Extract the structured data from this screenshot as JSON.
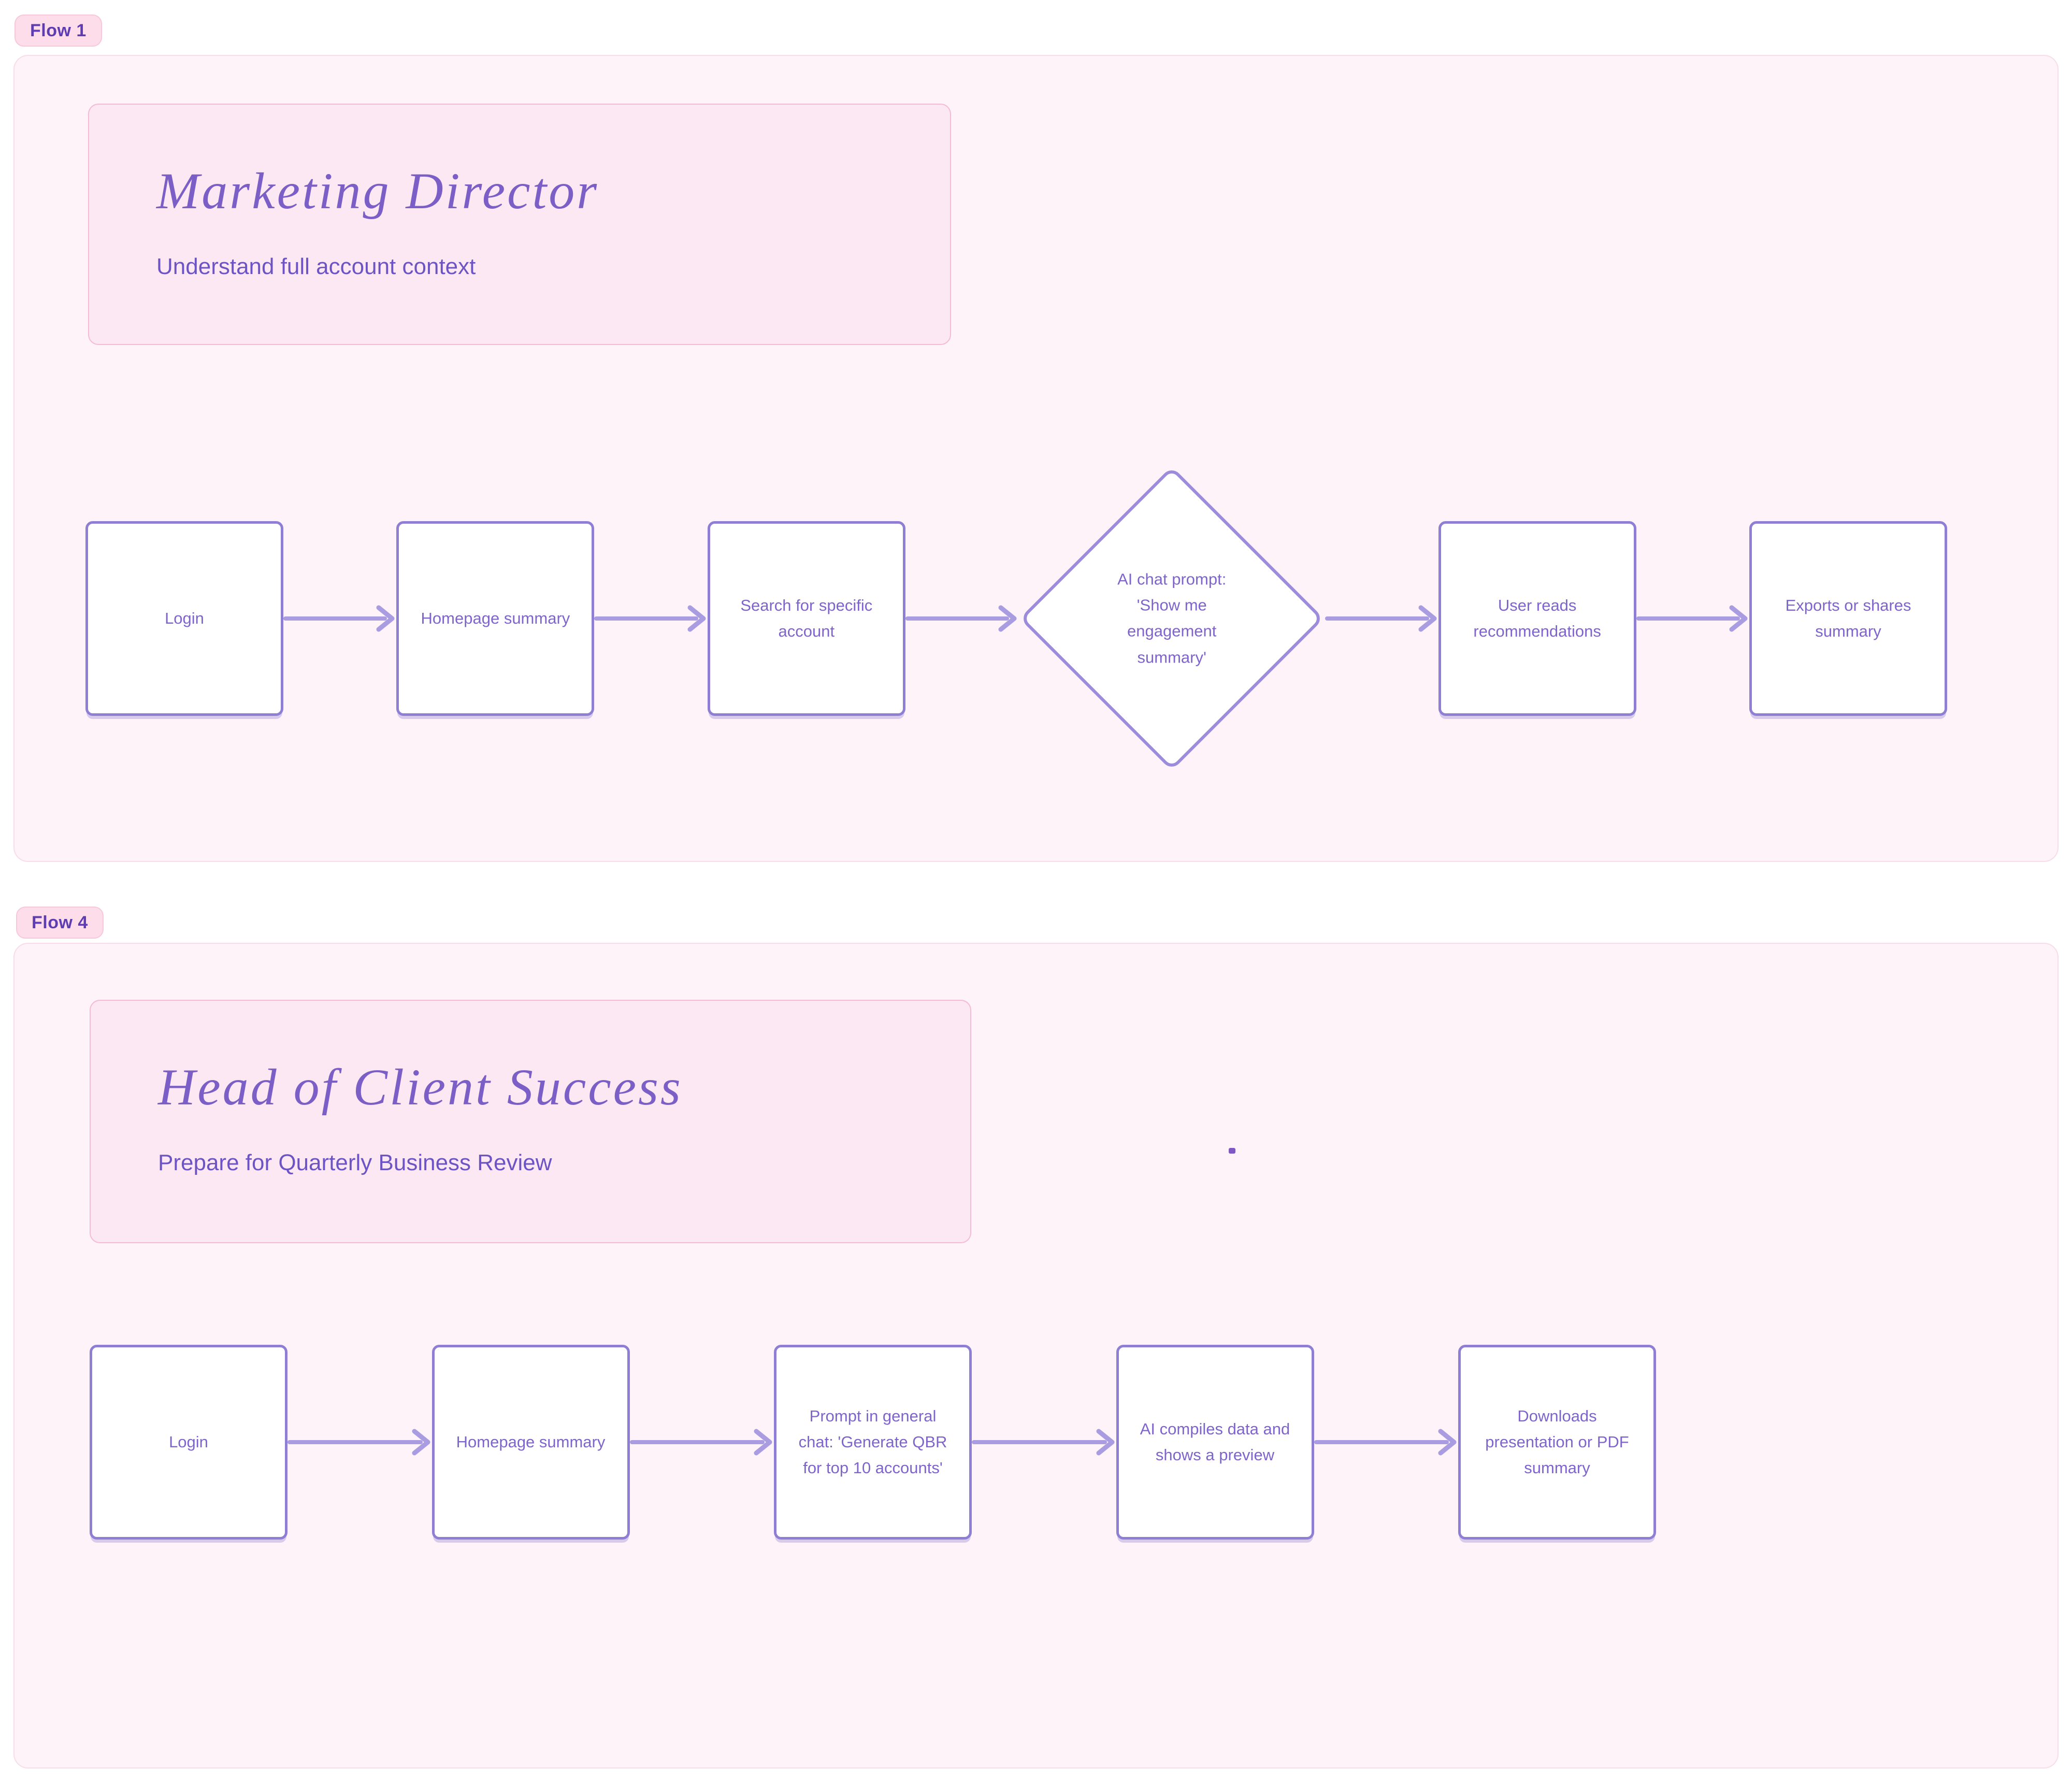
{
  "canvas": {
    "background": "#ffffff"
  },
  "colors": {
    "section_bg": "#fdf3f8",
    "section_border": "#f8dcea",
    "card_bg": "#fce8f2",
    "card_border": "#f5bad4",
    "badge_bg": "#fcdde9",
    "badge_border": "#f8c7da",
    "badge_text": "#5e3cb2",
    "node_border": "#8f7fd4",
    "node_text": "#7f64cc",
    "arrow": "#a99ce1",
    "persona_name_text": "#7b5ec6",
    "persona_goal_text": "#6d54c4",
    "dot": "#7e57c2"
  },
  "flows": [
    {
      "badge": "Flow 1",
      "persona_name": "Marketing Director",
      "persona_goal": "Understand full account context",
      "nodes": [
        {
          "type": "rect",
          "label": "Login"
        },
        {
          "type": "rect",
          "label": "Homepage summary"
        },
        {
          "type": "rect",
          "label": "Search for specific account"
        },
        {
          "type": "diamond",
          "label": "AI chat prompt: 'Show me engagement summary'"
        },
        {
          "type": "rect",
          "label": "User reads recommendations"
        },
        {
          "type": "rect",
          "label": "Exports or shares summary"
        }
      ]
    },
    {
      "badge": "Flow 4",
      "persona_name": "Head of Client Success",
      "persona_goal": "Prepare for Quarterly Business Review",
      "nodes": [
        {
          "type": "rect",
          "label": "Login"
        },
        {
          "type": "rect",
          "label": "Homepage summary"
        },
        {
          "type": "rect",
          "label": "Prompt in general chat: 'Generate QBR for top 10 accounts'"
        },
        {
          "type": "rect",
          "label": "AI compiles data and shows a preview"
        },
        {
          "type": "rect",
          "label": "Downloads presentation or PDF summary"
        }
      ]
    }
  ]
}
